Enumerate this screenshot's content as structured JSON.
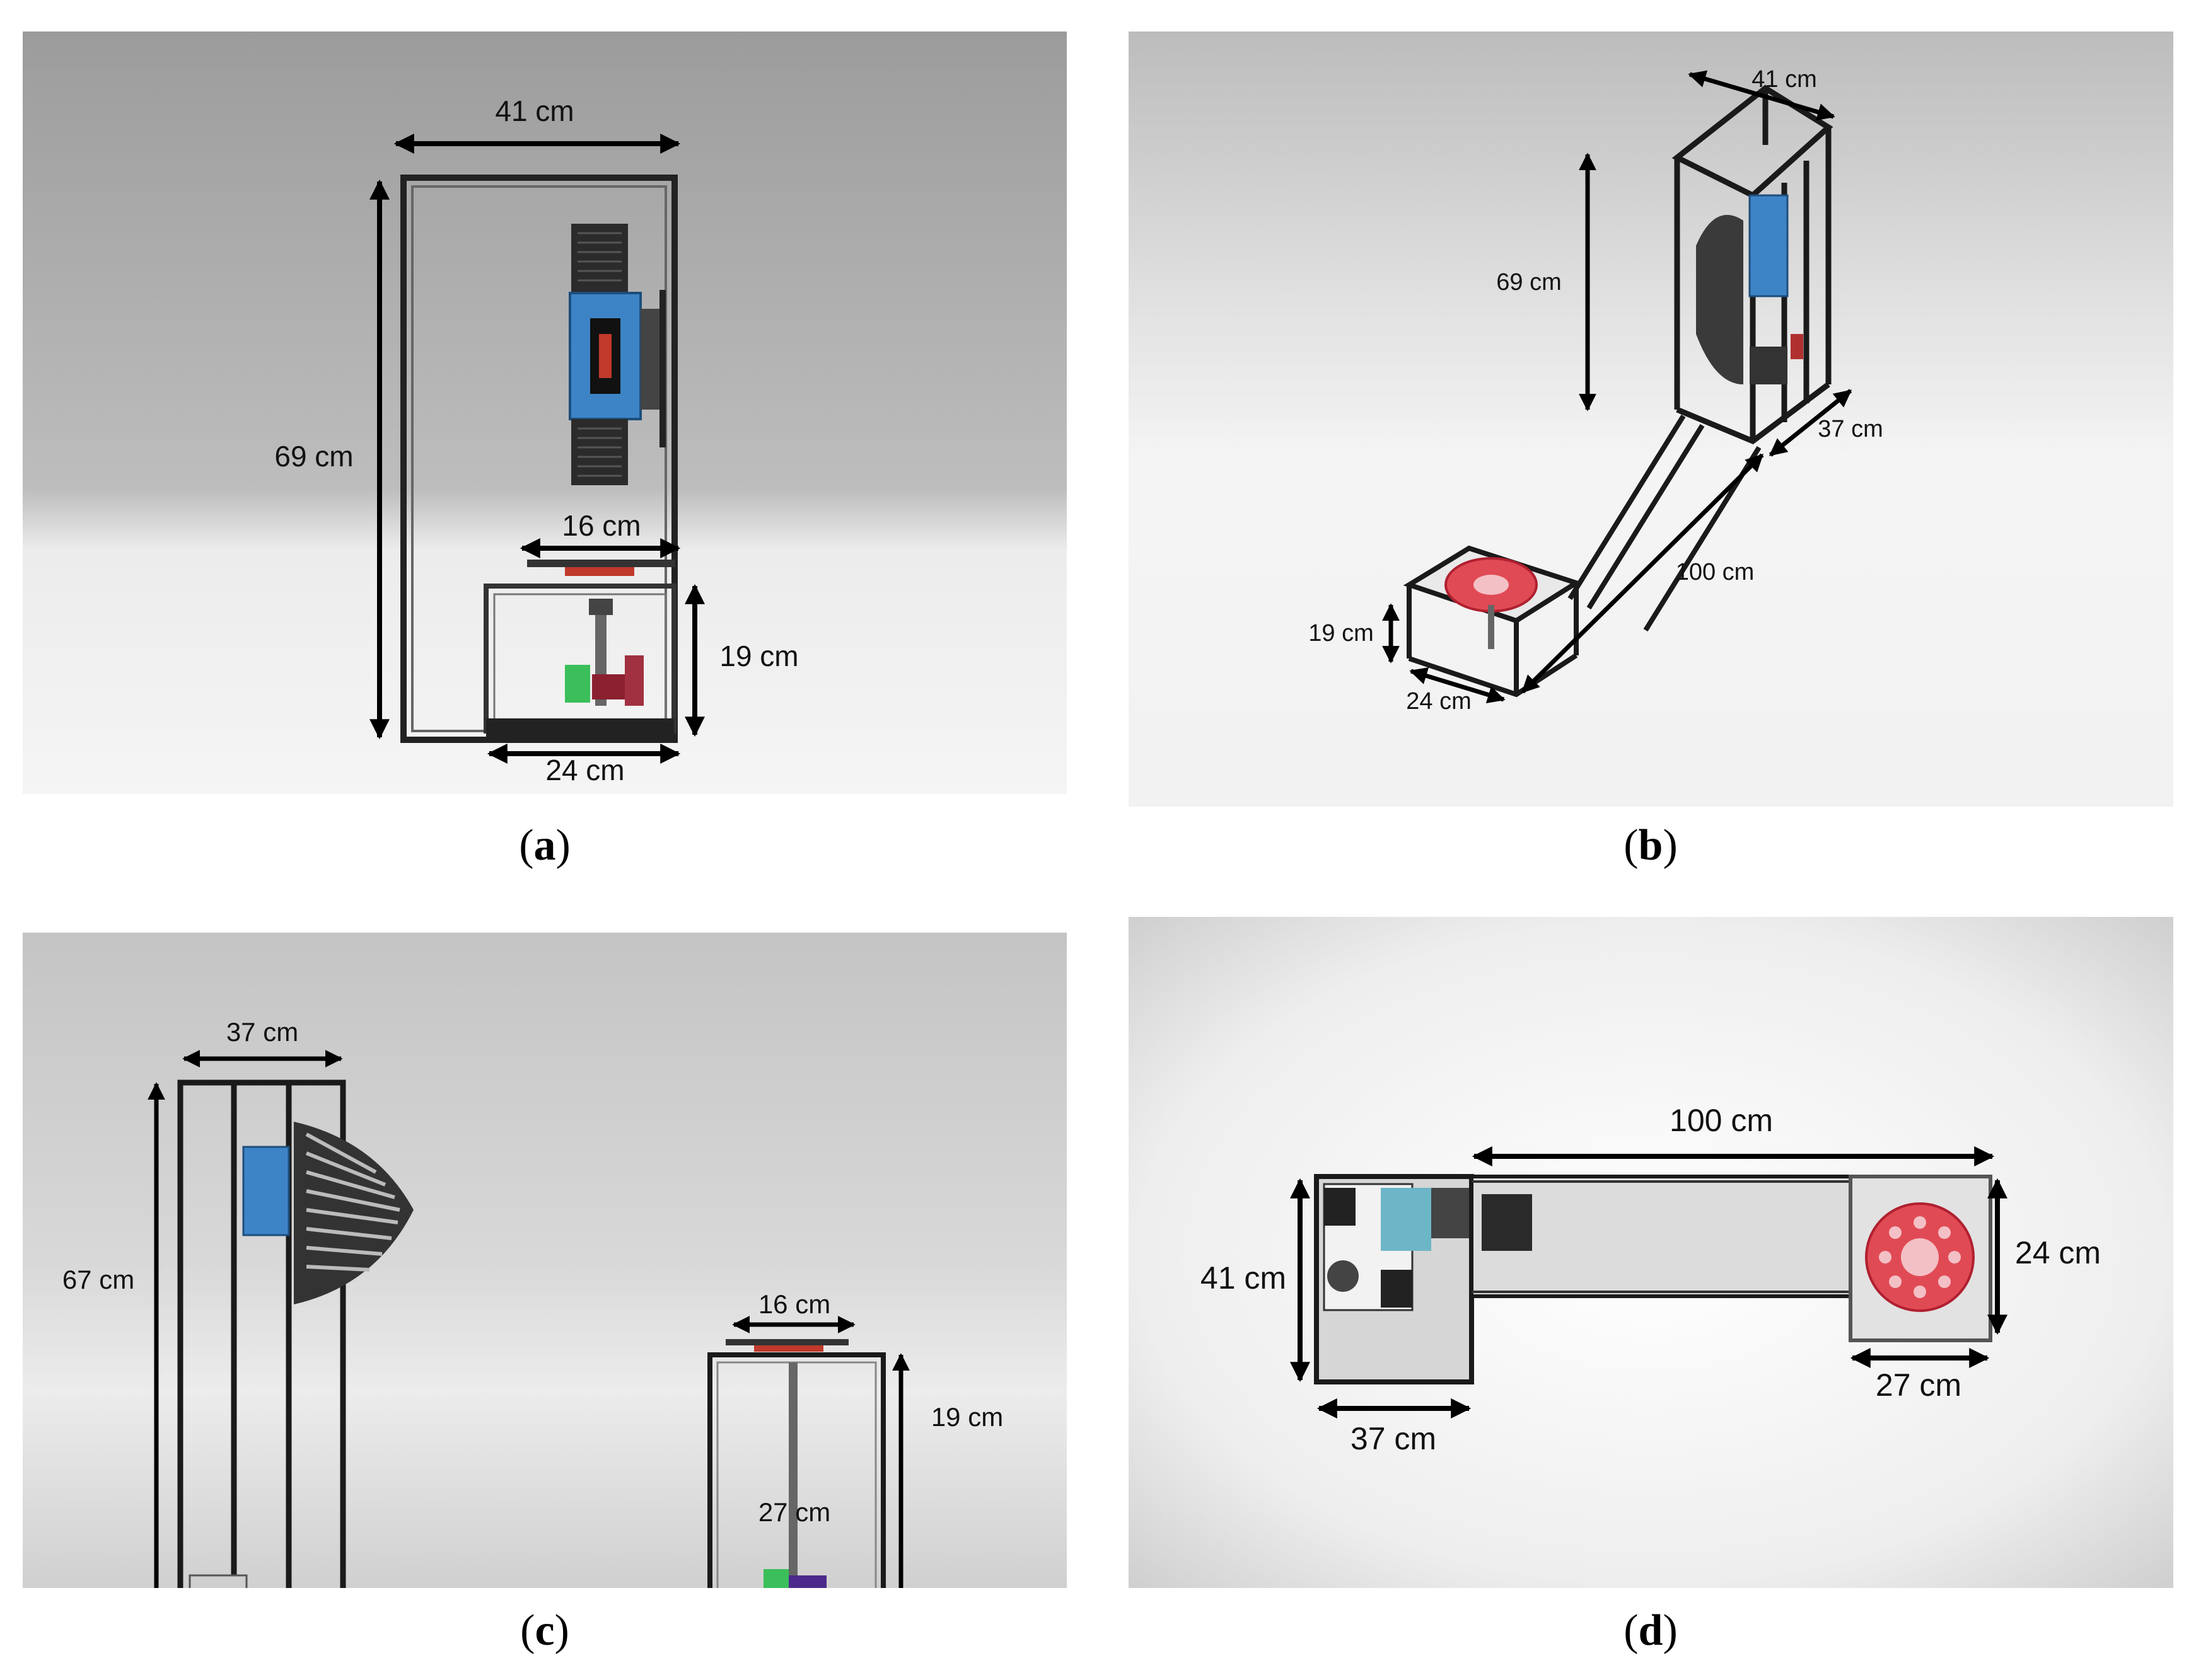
{
  "figure": {
    "panels": [
      {
        "id": "a",
        "caption_letter": "a",
        "dimensions": {
          "width_top": "41 cm",
          "height_frame": "69 cm",
          "table_top": "16 cm",
          "table_height": "19 cm",
          "table_base": "24 cm"
        }
      },
      {
        "id": "b",
        "caption_letter": "b",
        "dimensions": {
          "width_top": "41 cm",
          "height_frame": "69 cm",
          "depth": "37 cm",
          "rail_length": "100 cm",
          "table_height": "19 cm",
          "table_width": "24 cm"
        }
      },
      {
        "id": "c",
        "caption_letter": "c",
        "dimensions": {
          "frame_width": "37 cm",
          "frame_height": "67 cm",
          "table_top": "16 cm",
          "table_height": "19 cm",
          "table_base": "27 cm"
        }
      },
      {
        "id": "d",
        "caption_letter": "d",
        "dimensions": {
          "rail_length": "100 cm",
          "frame_width": "41 cm",
          "frame_depth": "37 cm",
          "table_width": "24 cm",
          "table_depth": "27 cm"
        }
      }
    ]
  }
}
